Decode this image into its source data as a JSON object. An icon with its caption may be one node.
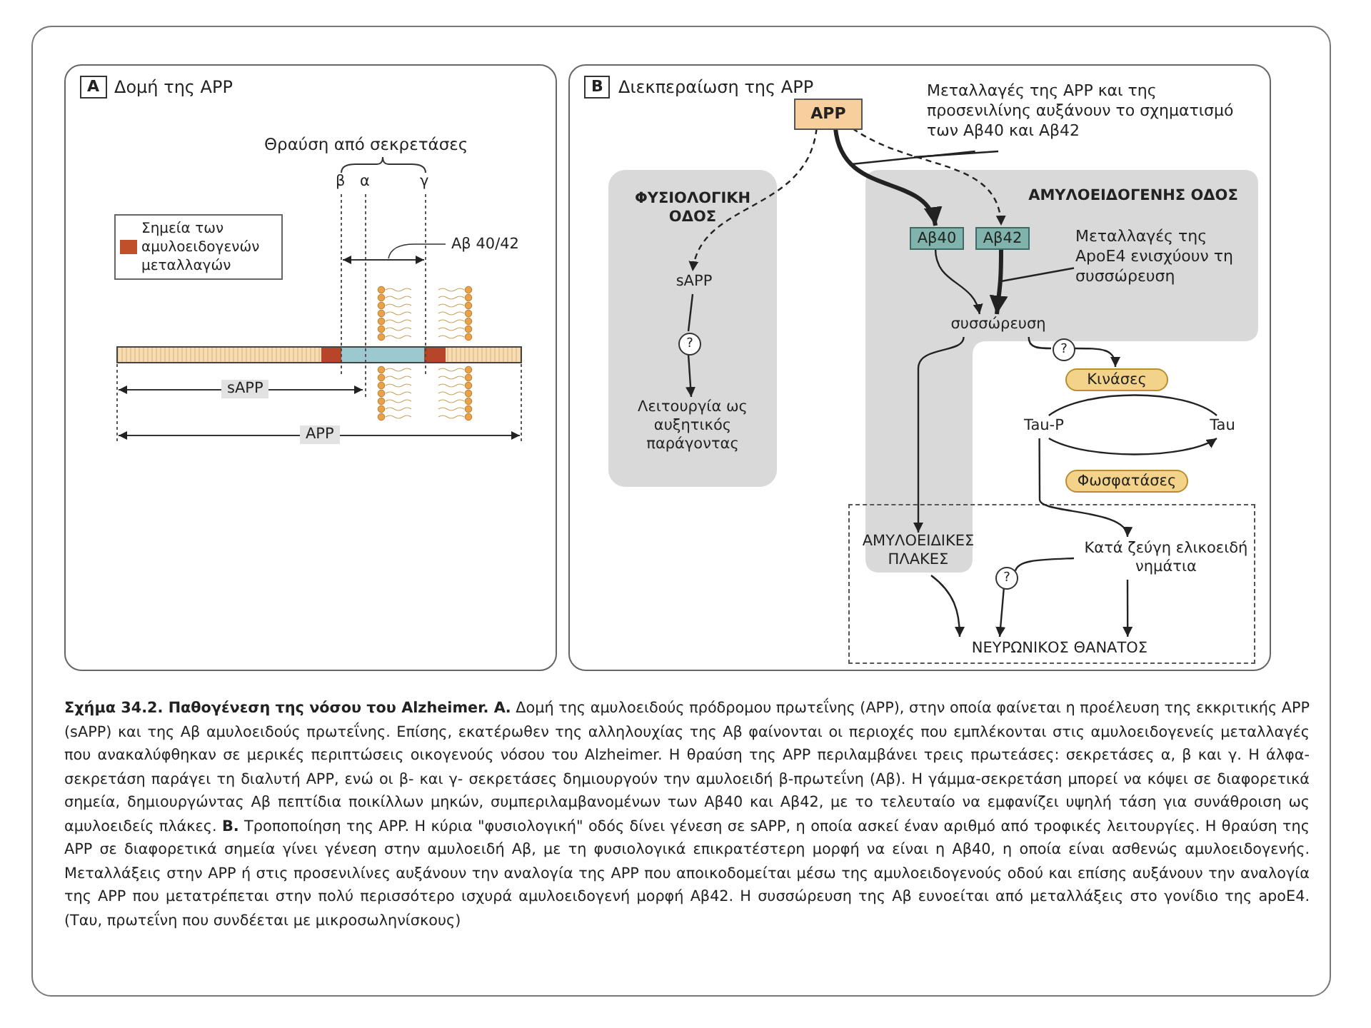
{
  "diagram": {
    "caption": "**Σχήμα 34.2. Παθογένεση της νόσου του Alzheimer. Α.** Δομή της αμυλοειδούς πρόδρομου πρωτεΐνης (APP), στην οποία φαίνεται η προέλευση της εκκριτικής APP (sAPP) και της Αβ αμυλοειδούς πρωτεΐνης. Επίσης, εκατέρωθεν της αλληλουχίας της Αβ φαίνονται οι περιοχές που εμπλέκονται στις αμυλοειδογενείς μεταλλαγές που ανακαλύφθηκαν σε μερικές περιπτώσεις οικογενούς νόσου του Alzheimer. Η θραύση της APP περιλαμβάνει τρεις πρωτεάσες: σεκρετάσες α, β και γ. Η άλφα-σεκρετάση παράγει τη διαλυτή APP, ενώ οι β- και γ- σεκρετάσες δημιουργούν την αμυλοειδή β-πρωτεΐνη (Αβ). Η γάμμα-σεκρετάση μπορεί να κόψει σε διαφορετικά σημεία, δημιουργώντας Αβ πεπτίδια ποικίλλων μηκών, συμπεριλαμβανομένων των Αβ40 και Αβ42, με το τελευταίο να εμφανίζει υψηλή τάση για συνάθροιση ως αμυλοειδείς πλάκες. **Β.** Τροποποίηση της APP. Η κύρια \"φυσιολογική\" οδός δίνει γένεση σε sAPP, η οποία ασκεί έναν αριθμό από τροφικές λειτουργίες. Η θραύση της APP σε διαφορετικά σημεία γίνει γένεση στην αμυλοειδή Αβ, με τη φυσιολογικά επικρατέστερη μορφή να είναι η Αβ40, η οποία είναι ασθενώς αμυλοειδογενής. Μεταλλάξεις στην APP ή στις προσενιλίνες αυξάνουν την αναλογία της APP που αποικοδομείται μέσω της αμυλοειδογενούς οδού και επίσης αυξάνουν την αναλογία της APP που μετατρέπεται στην πολύ περισσότερο ισχυρά αμυλοειδογενή μορφή Αβ42. Η συσσώρευση της Αβ ευνοείται από μεταλλάξεις στο γονίδιο της apoE4. (Ταυ, πρωτεΐνη που συνδέεται με μικροσωληνίσκους)",
    "nodes": [
      {
        "text": [
          "A",
          "Δομή της APP"
        ]
      },
      {
        "text": [
          "B",
          "Διεκπεραίωση της APP"
        ]
      },
      {
        "text": [
          "APP"
        ],
        "in": 1
      },
      {
        "text": [
          "Μεταλλαγές της APP και της προσενιλίνης αυξάνουν το σχηματισμό των Αβ40 και Αβ42"
        ],
        "in": 1
      },
      {
        "text": [
          "ΦΥΣΙΟΛΟΓΙΚΗ ΟΔΟΣ"
        ],
        "in": 1
      },
      {
        "text": [
          "sAPP"
        ],
        "in": 4
      },
      {
        "text": [
          "?"
        ],
        "in": 4
      },
      {
        "text": [
          "Λειτουργία ως αυξητικός παράγοντας"
        ],
        "in": 4
      },
      {
        "text": [
          "ΑΜΥΛΟΕΙΔΟΓΕΝΗΣ ΟΔΟΣ"
        ],
        "in": 1
      },
      {
        "text": [
          "Αβ40"
        ],
        "in": 8
      },
      {
        "text": [
          "Αβ42"
        ],
        "in": 8
      },
      {
        "text": [
          "Μεταλλαγές της ApoE4 ενισχύουν τη συσσώρευση"
        ],
        "in": 8
      },
      {
        "text": [
          "συσσώρευση"
        ],
        "in": 8
      },
      {
        "text": [
          "?"
        ],
        "in": 1
      },
      {
        "text": [
          "Κινάσες"
        ],
        "in": 1
      },
      {
        "text": [
          "Tau-P"
        ],
        "in": 1
      },
      {
        "text": [
          "Tau"
        ],
        "in": 1
      },
      {
        "text": [
          "Φωσφατάσες"
        ],
        "in": 1
      },
      {
        "text": [],
        "shape": "box",
        "in": 1
      },
      {
        "text": [
          "ΑΜΥΛΟΕΙΔΙΚΕΣ ΠΛΑΚΕΣ"
        ]
      },
      {
        "text": [
          "Κατά ζεύγη ελικοειδή νημάτια"
        ],
        "in": 18
      },
      {
        "text": [
          "?"
        ],
        "in": 18
      },
      {
        "text": [
          "ΝΕΥΡΩΝΙΚΟΣ ΘΑΝΑΤΟΣ"
        ],
        "in": 18
      }
    ],
    "edges": [
      {
        "from": 2,
        "to": 5,
        "arrow": "to",
        "style": "dashed"
      },
      {
        "from": 2,
        "to": 9,
        "arrow": "to",
        "style": "thick"
      },
      {
        "from": 2,
        "to": 10,
        "arrow": "to",
        "style": "dashed"
      },
      {
        "from": 3,
        "to": null,
        "arrow": "none"
      },
      {
        "from": 3,
        "to": null,
        "arrow": "none"
      },
      {
        "from": 9,
        "to": 12,
        "arrow": "to"
      },
      {
        "from": 10,
        "to": 12,
        "arrow": "to",
        "style": "thick"
      },
      {
        "from": 11,
        "to": null,
        "arrow": "none"
      },
      {
        "from": 5,
        "to": 6,
        "arrow": "none"
      },
      {
        "from": 6,
        "to": 7,
        "arrow": "to"
      },
      {
        "from": 12,
        "to": 19,
        "arrow": "to"
      },
      {
        "from": 12,
        "to": 13,
        "arrow": "none"
      },
      {
        "from": 13,
        "to": 14,
        "arrow": "to"
      },
      {
        "from": 15,
        "to": 16,
        "arrow": "none"
      },
      {
        "from": 15,
        "to": 16,
        "arrow": "to"
      },
      {
        "from": 15,
        "to": 20,
        "arrow": "to"
      },
      {
        "from": 19,
        "to": 22,
        "arrow": "to"
      },
      {
        "from": 20,
        "to": 21,
        "arrow": "none"
      },
      {
        "from": 21,
        "to": 22,
        "arrow": "to"
      },
      {
        "from": 20,
        "to": 22,
        "arrow": "to"
      }
    ],
    "labels": [
      "Θραύση από σεκρετάσες",
      "β",
      "α",
      "γ",
      "Αβ 40/42",
      "sAPP",
      "APP"
    ],
    "legend": [
      {
        "text": "Σημεία των αμυλοειδογενών μεταλλαγών",
        "color": "#c0502a"
      }
    ]
  }
}
